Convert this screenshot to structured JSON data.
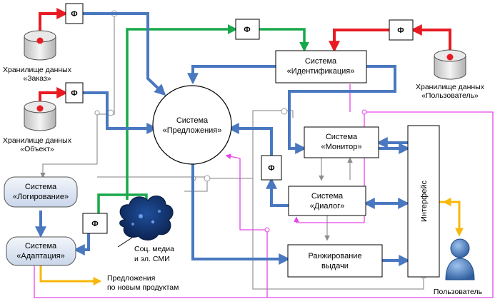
{
  "diagram": {
    "nodes": {
      "predlozheniya": [
        "Система",
        "«Предложения»"
      ],
      "identifikaciya": [
        "Система",
        "«Идентификация»"
      ],
      "monitor": [
        "Система",
        "«Монитор»"
      ],
      "dialog": [
        "Система",
        "«Диалог»"
      ],
      "ranzhirovanie": [
        "Ранжирование",
        "выдачи"
      ],
      "interfeys": "Интерфейс",
      "logirovanie": [
        "Система",
        "«Логирование»"
      ],
      "adaptaciya": [
        "Система",
        "«Адаптация»"
      ]
    },
    "storages": {
      "zakaz": [
        "Хранилище данных",
        "«Заказ»"
      ],
      "obekt": [
        "Хранилище данных",
        "«Объект»"
      ],
      "polzovatel": [
        "Хранилище данных",
        "«Пользователь»"
      ]
    },
    "labels": {
      "social": [
        "Соц. медиа",
        "и эл. СМИ"
      ],
      "user": "Пользователь",
      "proposals": [
        "Предложения",
        "по новым продуктам"
      ]
    },
    "filter_symbol": "Ф",
    "colors": {
      "blue": "#4a78c0",
      "green": "#18a84a",
      "red": "#e81b23",
      "magenta": "#e646e6",
      "orange": "#f8b80a",
      "gray": "#9a9a9a"
    }
  }
}
